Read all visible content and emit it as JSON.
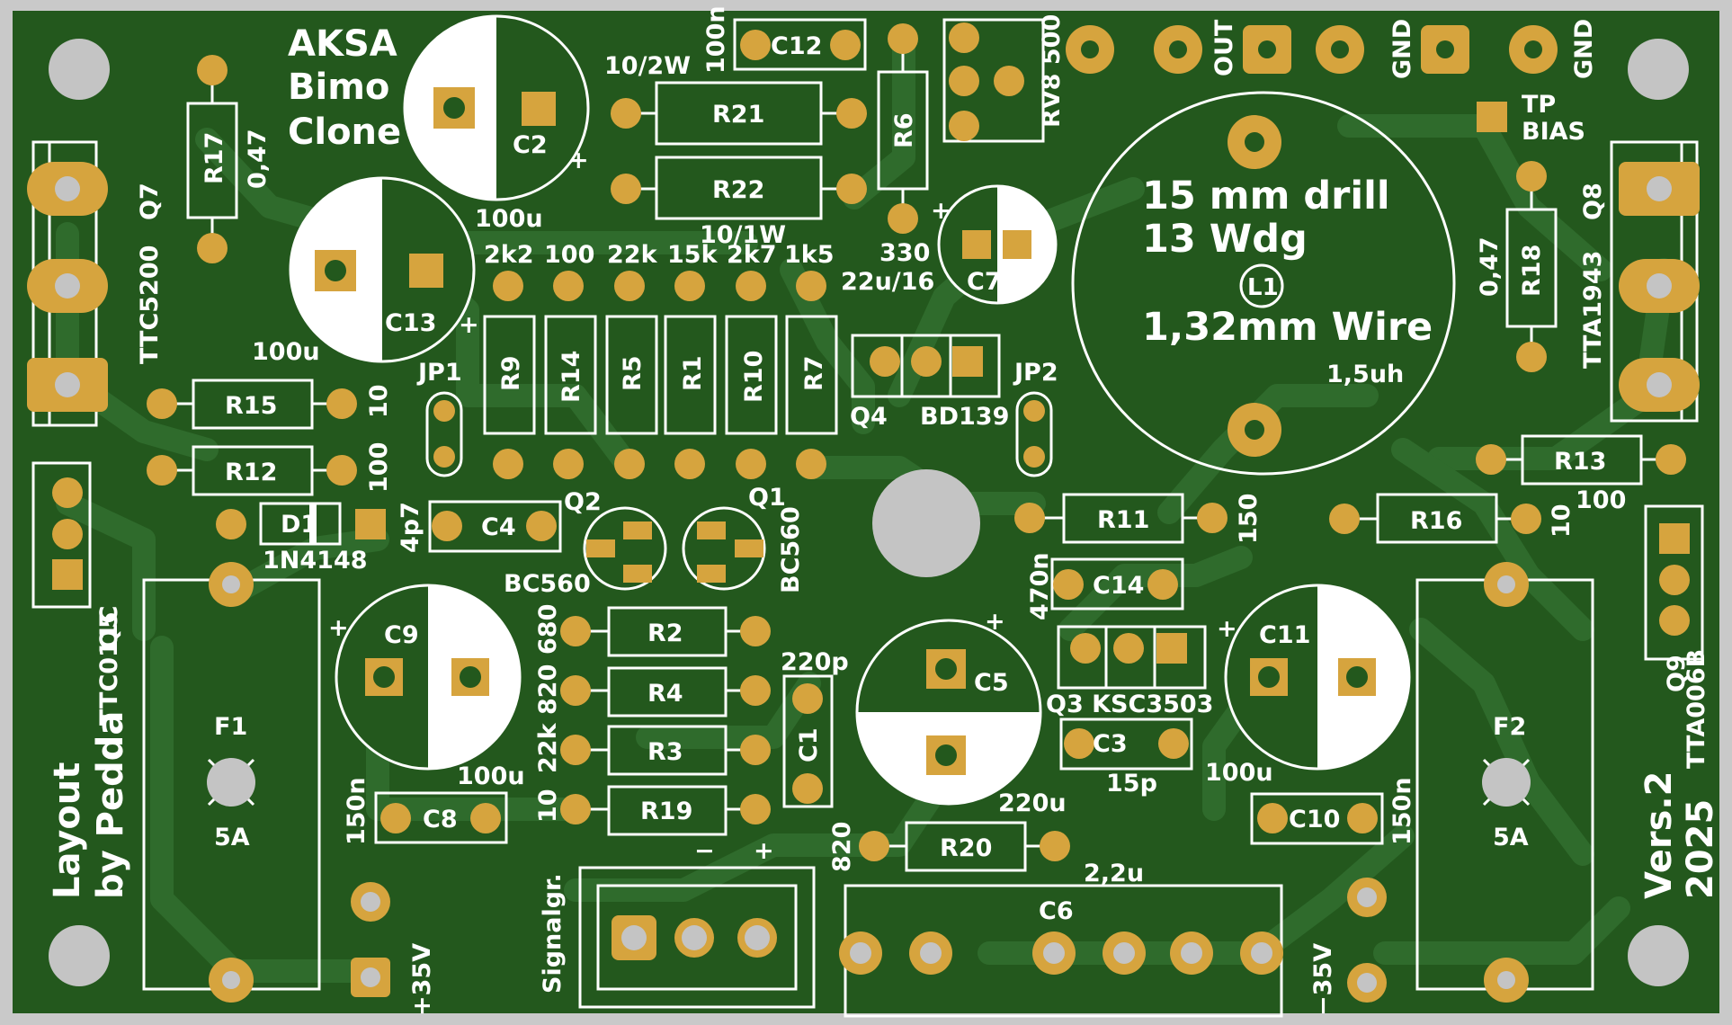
{
  "board": {
    "title_lines": [
      "AKSA",
      "Bimo",
      "Clone"
    ],
    "credit_lines": [
      "Layout",
      "by Pedda"
    ],
    "version_lines": [
      "Vers.2",
      "2025"
    ],
    "coil_lines": [
      "15 mm drill",
      "13 Wdg",
      "1,32mm Wire"
    ],
    "coil_ref": "L1",
    "coil_value": "1,5uh",
    "tp_lines": [
      "TP",
      "BIAS"
    ],
    "colors": {
      "pcb": "#23581d",
      "track": "#2f6b2c",
      "pad": "#d6a43e",
      "silk": "#ffffff",
      "hole": "#c4c4c4",
      "frame": "#c9c9c9"
    }
  },
  "labels": {
    "c12": "C12",
    "c12v": "100n",
    "r21": "R21",
    "r21v": "10/2W",
    "r22": "R22",
    "r22v": "10/1W",
    "r6": "R6",
    "r6v": "330",
    "rv8": "RV8 500",
    "out": "OUT",
    "gnd1": "GND",
    "gnd2": "GND",
    "r17": "R17",
    "r17v": "0,47",
    "q7": "Q7",
    "q7t": "TTC5200",
    "c2": "C2",
    "c2v": "100u",
    "c13": "C13",
    "c13v": "100u",
    "r9v": "2k2",
    "r14v": "100",
    "r5v": "22k",
    "r1v": "15k",
    "r10v": "2k7",
    "r7v": "1k5",
    "r9": "R9",
    "r14": "R14",
    "r5": "R5",
    "r1": "R1",
    "r10": "R10",
    "r7": "R7",
    "c7": "C7",
    "c7v": "22u/16",
    "q4": "Q4",
    "q4t": "BD139",
    "jp1": "JP1",
    "jp2": "JP2",
    "r18": "R18",
    "r18v": "0,47",
    "q8": "Q8",
    "q8t": "TTA1943",
    "r15": "R15",
    "r15v": "10",
    "r12": "R12",
    "r12v": "100",
    "r13": "R13",
    "r13v": "100",
    "d1": "D1",
    "d1t": "1N4148",
    "c4": "C4",
    "c4v": "4p7",
    "q2": "Q2",
    "q2t": "BC560",
    "q1": "Q1",
    "q1t": "BC560",
    "r11": "R11",
    "r11v": "150",
    "r16": "R16",
    "r16v": "10",
    "q5": "Q5",
    "q5t": "TTC011C",
    "c14": "C14",
    "c14v": "470n",
    "q3": "Q3 KSC3503",
    "q9": "Q9",
    "q9t": "TTA006B",
    "c9": "C9",
    "c9v": "100u",
    "r2": "R2",
    "r2v": "680",
    "r4": "R4",
    "r4v": "820",
    "r3": "R3",
    "r3v": "22k",
    "r19": "R19",
    "r19v": "10",
    "c1": "C1",
    "c1v": "220p",
    "c5": "C5",
    "c5v": "220u",
    "c3": "C3",
    "c3v": "15p",
    "c11": "C11",
    "c11v": "100u",
    "f1": "F1",
    "f1v": "5A",
    "f2": "F2",
    "f2v": "5A",
    "c8": "C8",
    "c8v": "150n",
    "c10": "C10",
    "c10v": "150n",
    "r20": "R20",
    "r20v": "820",
    "c6": "C6",
    "c6v": "2,2u",
    "sig": "Signalgr.",
    "minus": "−",
    "plus": "+",
    "p35": "+35V",
    "m35": "−35V",
    "pl": "+"
  }
}
